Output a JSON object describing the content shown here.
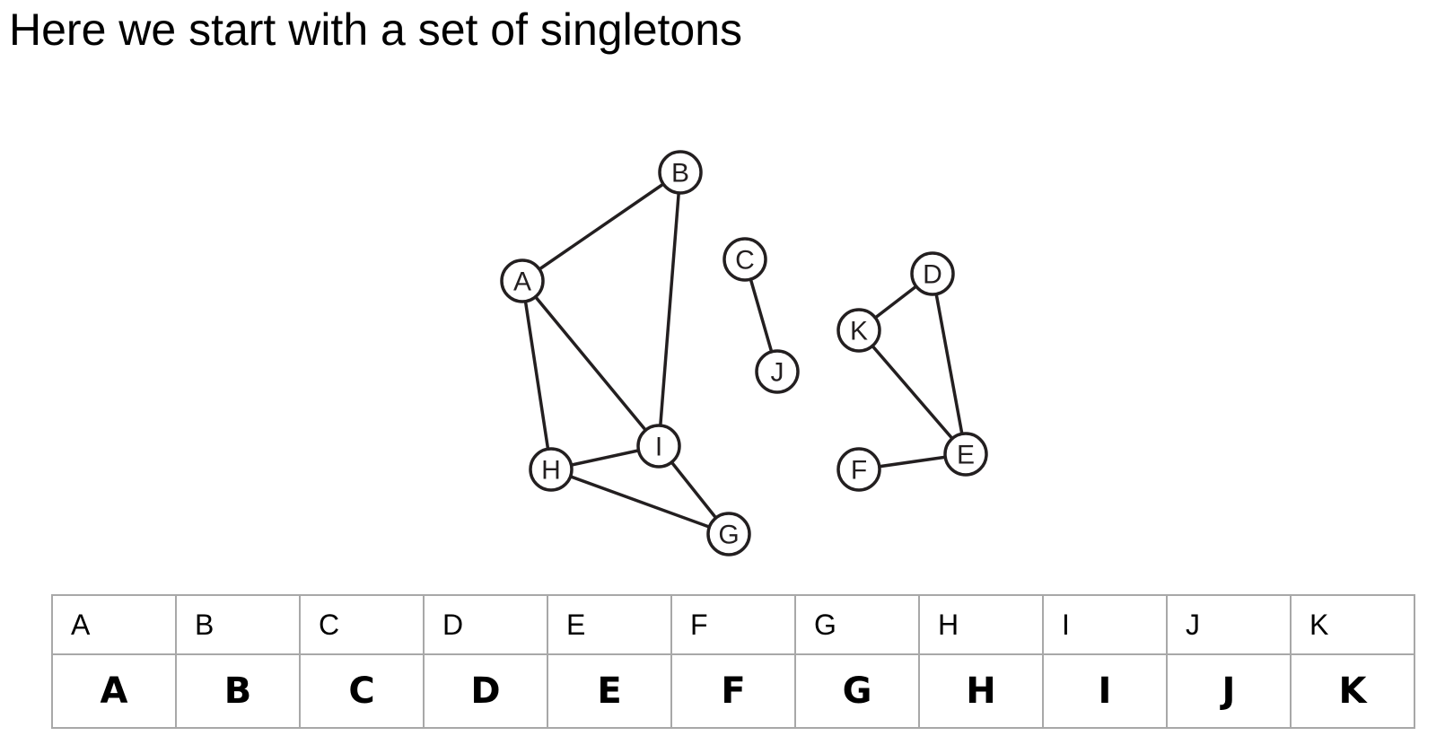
{
  "title": "Here we start with a set of singletons",
  "graph": {
    "nodes": [
      "A",
      "B",
      "C",
      "D",
      "E",
      "F",
      "G",
      "H",
      "I",
      "J",
      "K"
    ],
    "edges": [
      [
        "A",
        "B"
      ],
      [
        "A",
        "H"
      ],
      [
        "A",
        "I"
      ],
      [
        "B",
        "I"
      ],
      [
        "H",
        "I"
      ],
      [
        "H",
        "G"
      ],
      [
        "I",
        "G"
      ],
      [
        "C",
        "J"
      ],
      [
        "K",
        "D"
      ],
      [
        "K",
        "E"
      ],
      [
        "D",
        "E"
      ],
      [
        "F",
        "E"
      ]
    ]
  },
  "table": {
    "headers": [
      "A",
      "B",
      "C",
      "D",
      "E",
      "F",
      "G",
      "H",
      "I",
      "J",
      "K"
    ],
    "sets": [
      "A",
      "B",
      "C",
      "D",
      "E",
      "F",
      "G",
      "H",
      "I",
      "J",
      "K"
    ]
  }
}
